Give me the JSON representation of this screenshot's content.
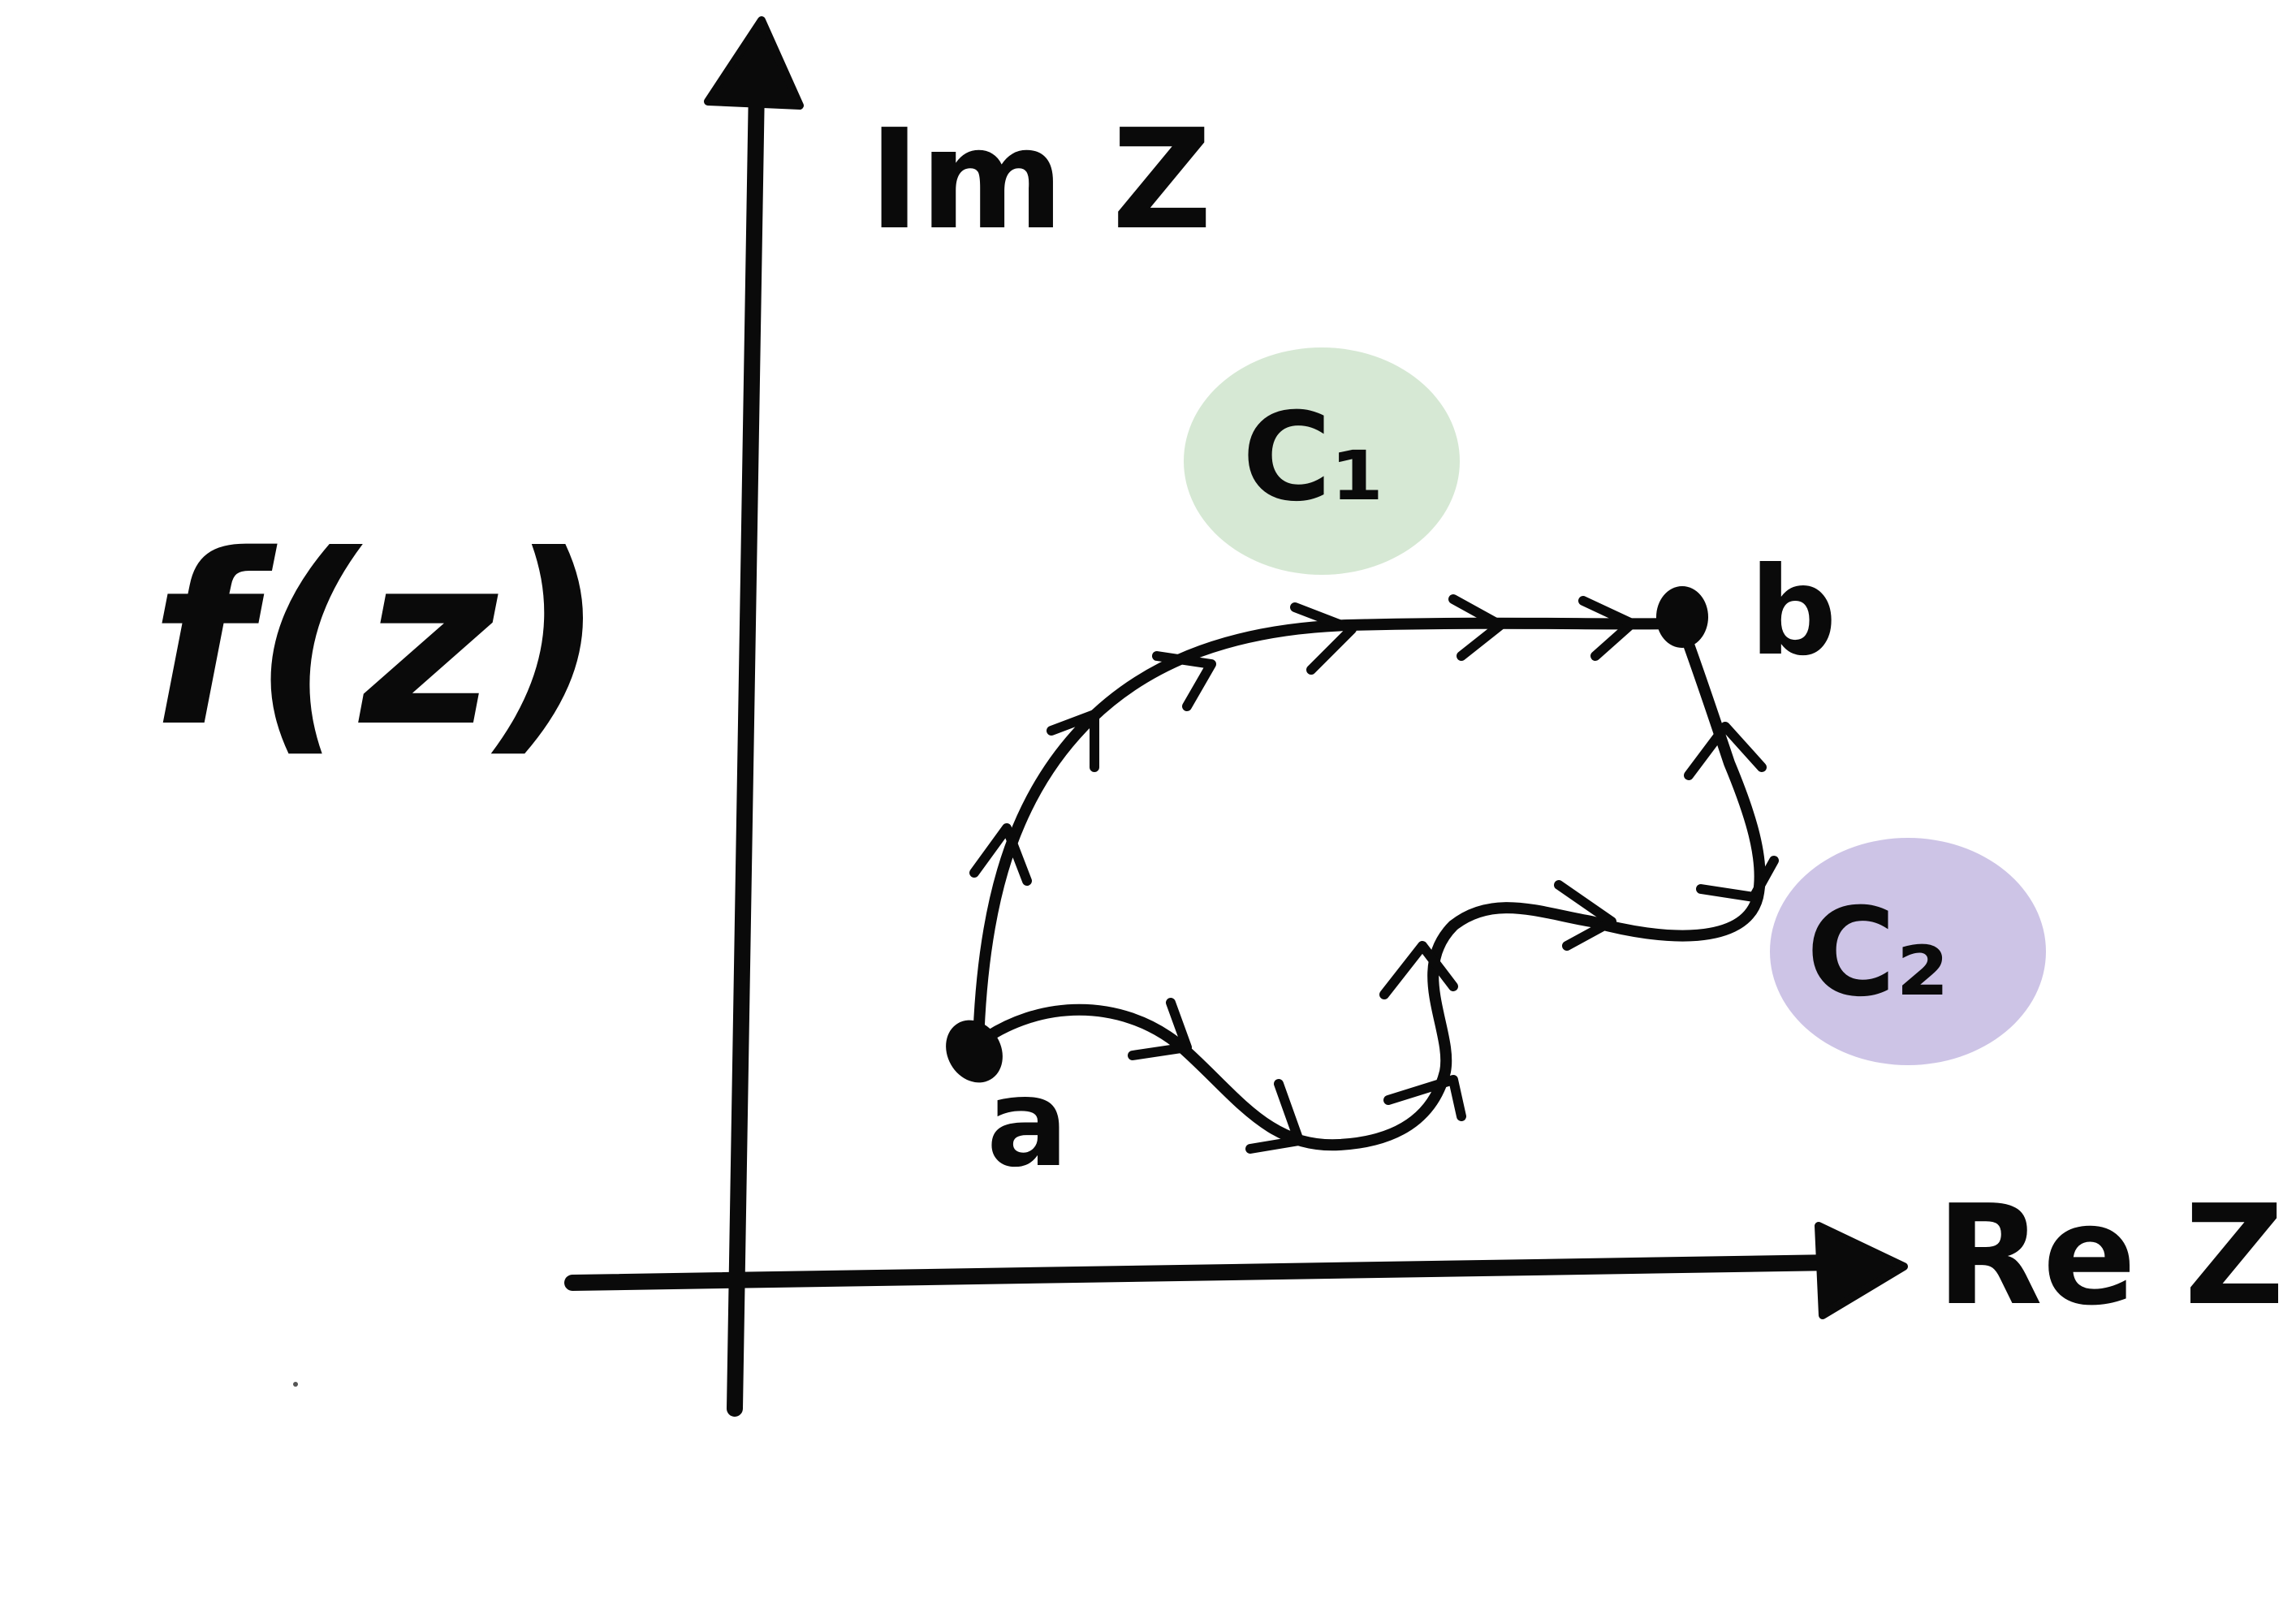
{
  "diagram": {
    "function_label": "f(z)",
    "axes": {
      "imaginary_label": "Im Z",
      "real_label": "Re Z"
    },
    "points": {
      "start": "a",
      "end": "b"
    },
    "contours": [
      {
        "name": "C₁",
        "color": "#d6e8d4"
      },
      {
        "name": "C₂",
        "color": "#cdc4e6"
      }
    ],
    "colors": {
      "ink": "#0a0a0a",
      "c1_text": "#1f3a1f",
      "c2_text": "#1a1035"
    }
  }
}
